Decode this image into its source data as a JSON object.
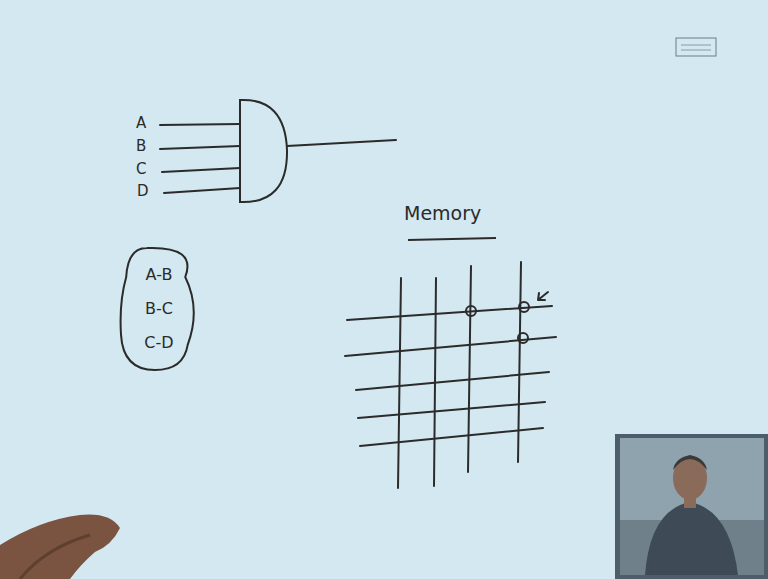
{
  "diagram": {
    "nodes": [
      {
        "text": [
          "A-B",
          "B-C",
          "C-D"
        ]
      }
    ],
    "labels": [
      "A",
      "B",
      "C",
      "D",
      "Memory"
    ]
  }
}
